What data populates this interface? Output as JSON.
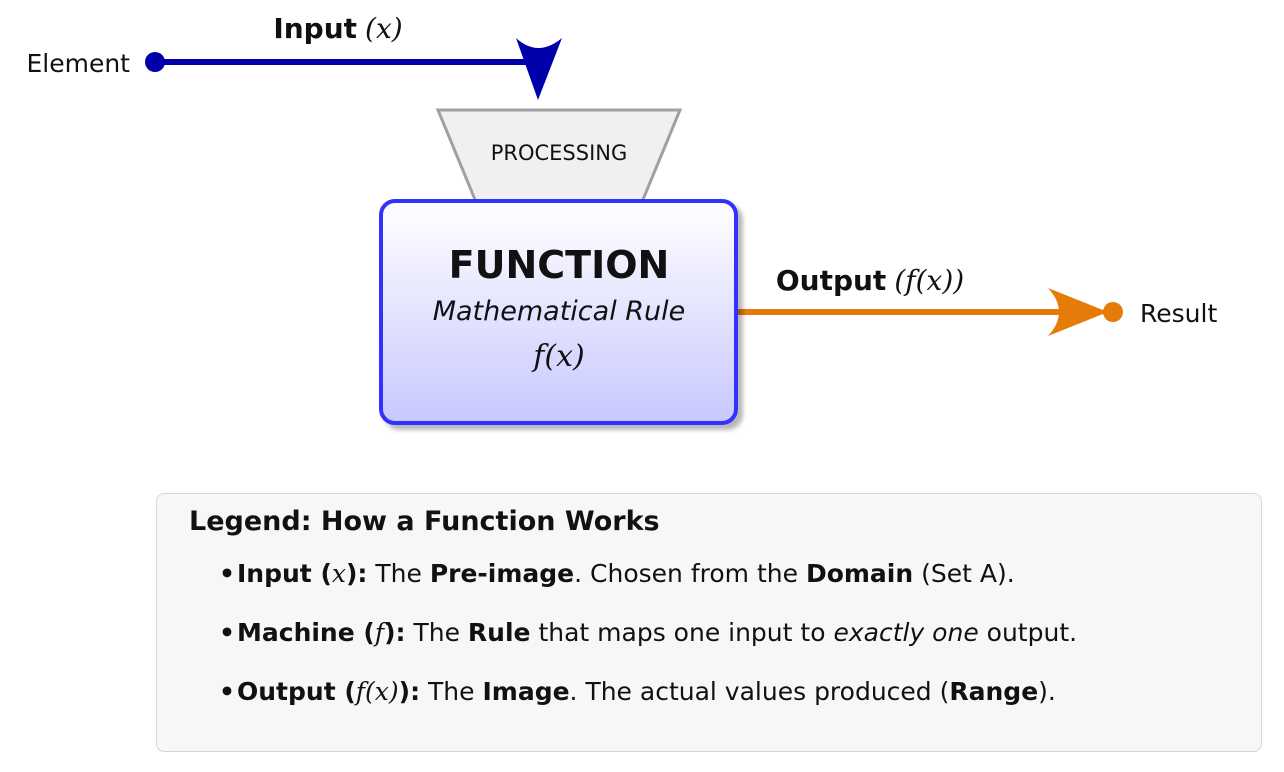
{
  "diagram": {
    "input_node_label": "Element",
    "input_arrow_label": "Input",
    "input_arrow_math": "(x)",
    "processing_label": "PROCESSING",
    "function_title": "FUNCTION",
    "function_subtitle": "Mathematical Rule",
    "function_math": "f(x)",
    "output_arrow_label": "Output",
    "output_arrow_math": "(f(x))",
    "output_node_label": "Result"
  },
  "colors": {
    "input_arrow": "#0000aa",
    "output_arrow": "#e57c0a",
    "function_border": "#3333ff",
    "function_fill_top": "#ffffff",
    "function_fill_bottom": "#c8c8ff",
    "processing_fill": "#f0f0f0",
    "processing_border": "#a0a0a0",
    "legend_fill": "#f7f7f7"
  },
  "legend": {
    "title": "Legend: How a Function Works",
    "items": [
      {
        "term": "Input (",
        "term_math": "x",
        "term_end": "):",
        "t1": " The ",
        "b1": "Pre-image",
        "t2": ". Chosen from the ",
        "b2": "Domain",
        "t3": " (Set A)."
      },
      {
        "term": "Machine (",
        "term_math": "f",
        "term_end": "):",
        "t1": " The ",
        "b1": "Rule",
        "t2": " that maps one input to ",
        "em": "exactly one",
        "t3": " output."
      },
      {
        "term": "Output (",
        "term_math": "f(x)",
        "term_end": "):",
        "t1": " The ",
        "b1": "Image",
        "t2": ". The actual values produced (",
        "b2": "Range",
        "t3": ")."
      }
    ]
  }
}
